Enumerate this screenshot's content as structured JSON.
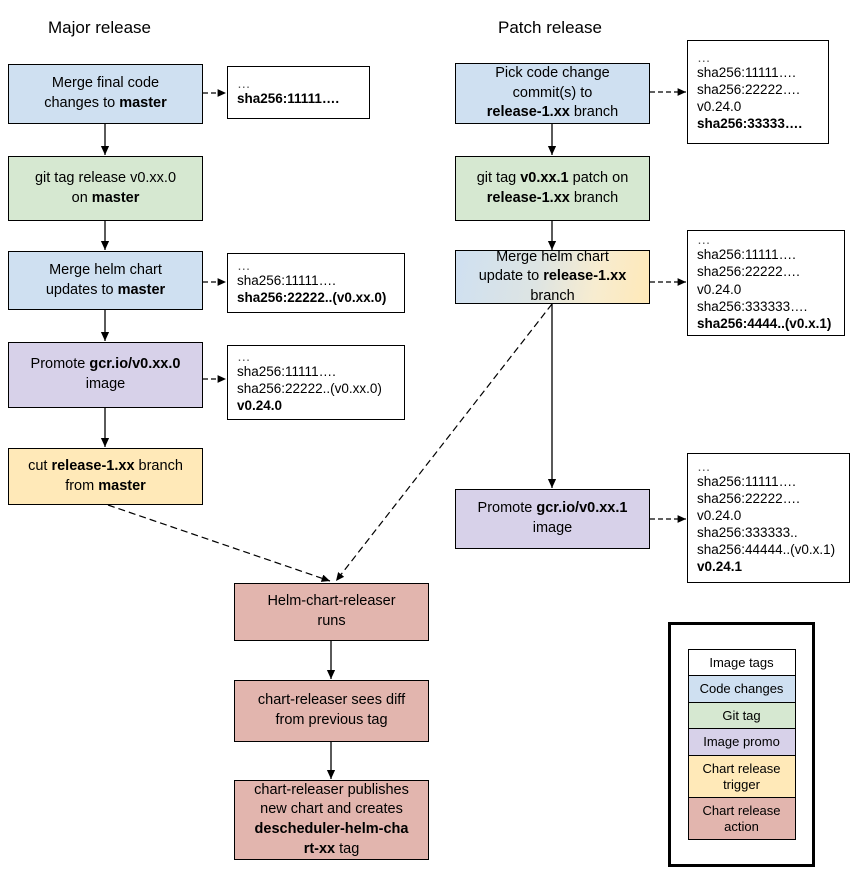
{
  "palette": {
    "code_changes": "#cfe0f1",
    "git_tag": "#d6e8d1",
    "image_promo": "#d7d1e9",
    "chart_release_trigger": "#ffe9b8",
    "chart_release_action": "#e2b5ae",
    "image_tags": "#ffffff",
    "border": "#000000",
    "gradient_mix_from": "#cfe0f1",
    "gradient_mix_to": "#ffe9b8"
  },
  "columns": {
    "major": {
      "title": "Major release"
    },
    "patch": {
      "title": "Patch release"
    }
  },
  "nodes": {
    "merge_final_code": {
      "lines": [
        {
          "text": "Merge final code",
          "bold_parts": []
        },
        {
          "text": "changes to master",
          "bold_parts": [
            "master"
          ]
        }
      ],
      "plain": "Merge final code changes to master",
      "kind": "code_changes"
    },
    "git_tag_release": {
      "plain": "git tag release v0.xx.0 on master",
      "kind": "git_tag"
    },
    "merge_helm_chart_master": {
      "plain": "Merge helm chart updates to master",
      "kind": "code_changes"
    },
    "promote_image_major": {
      "plain": "Promote gcr.io/v0.xx.0 image",
      "kind": "image_promo"
    },
    "cut_release_branch": {
      "plain": "cut release-1.xx branch from master",
      "kind": "chart_release_trigger"
    },
    "pick_code_change": {
      "plain": "Pick code change commit(s) to release-1.xx branch",
      "kind": "code_changes"
    },
    "git_tag_patch": {
      "plain": "git tag v0.xx.1 patch on release-1.xx branch",
      "kind": "git_tag"
    },
    "merge_helm_chart_release": {
      "plain": "Merge helm chart update to release-1.xx branch",
      "kind": "code_changes_gradient"
    },
    "promote_image_patch": {
      "plain": "Promote gcr.io/v0.xx.1 image",
      "kind": "image_promo"
    },
    "releaser_runs": {
      "plain": "Helm-chart-releaser runs",
      "kind": "chart_release_action"
    },
    "releaser_sees_diff": {
      "plain": "chart-releaser sees diff from previous tag",
      "kind": "chart_release_action"
    },
    "releaser_publishes": {
      "plain": "chart-releaser publishes new chart and creates descheduler-helm-chart-xx tag",
      "kind": "chart_release_action"
    }
  },
  "annotations": {
    "a1": {
      "lines": [
        "…",
        "sha256:11111…."
      ],
      "bold": [
        false,
        true
      ]
    },
    "a2": {
      "lines": [
        "…",
        "sha256:11111….",
        "sha256:22222..(v0.xx.0)"
      ],
      "bold": [
        false,
        false,
        true
      ]
    },
    "a3": {
      "lines": [
        "…",
        "sha256:11111….",
        "sha256:22222..(v0.xx.0)",
        "v0.24.0"
      ],
      "bold": [
        false,
        false,
        false,
        true
      ]
    },
    "b1": {
      "lines": [
        "…",
        "sha256:11111….",
        "sha256:22222….",
        "v0.24.0",
        "sha256:33333…."
      ],
      "bold": [
        false,
        false,
        false,
        false,
        true
      ]
    },
    "b2": {
      "lines": [
        "…",
        "sha256:11111….",
        "sha256:22222….",
        "v0.24.0",
        "sha256:333333….",
        "sha256:4444..(v0.x.1)"
      ],
      "bold": [
        false,
        false,
        false,
        false,
        false,
        true
      ]
    },
    "b3": {
      "lines": [
        "…",
        "sha256:11111….",
        "sha256:22222….",
        "v0.24.0",
        "sha256:333333..",
        "sha256:44444..(v0.x.1)",
        "v0.24.1"
      ],
      "bold": [
        false,
        false,
        false,
        false,
        false,
        false,
        true
      ]
    }
  },
  "legend": {
    "items": [
      {
        "label": "Image tags",
        "kind": "image_tags"
      },
      {
        "label": "Code changes",
        "kind": "code_changes"
      },
      {
        "label": "Git tag",
        "kind": "git_tag"
      },
      {
        "label": "Image promo",
        "kind": "image_promo"
      },
      {
        "label": "Chart release trigger",
        "kind": "chart_release_trigger"
      },
      {
        "label": "Chart release action",
        "kind": "chart_release_action"
      }
    ]
  },
  "chart_data": {
    "type": "diagram",
    "title": "Descheduler release process: major vs patch release",
    "node_count": 12,
    "annotation_count": 6
  }
}
